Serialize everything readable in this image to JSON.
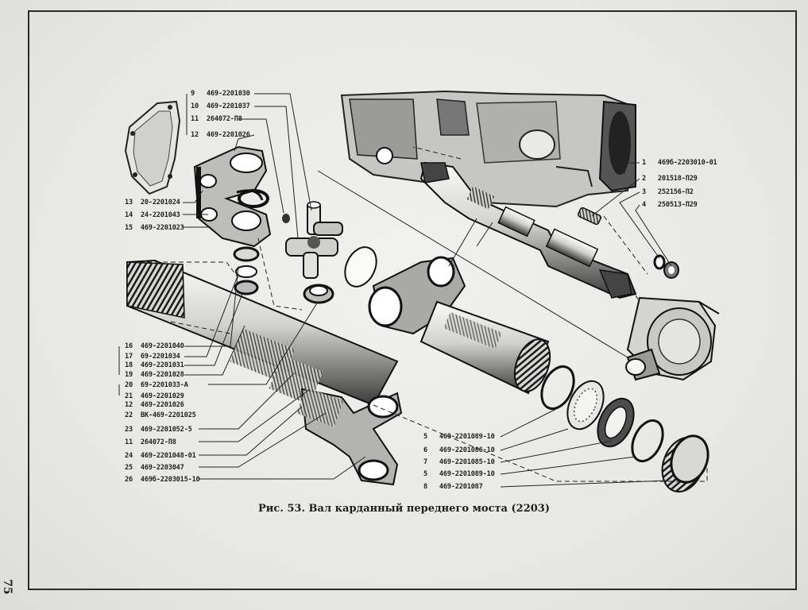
{
  "figure": {
    "caption": "Рис. 53. Вал карданный переднего моста (2203)",
    "page_number": "75"
  },
  "callouts": {
    "top_left": [
      {
        "num": "9",
        "part": "469-2201030"
      },
      {
        "num": "10",
        "part": "469-2201037"
      },
      {
        "num": "11",
        "part": "264072-П8"
      },
      {
        "num": "12",
        "part": "469-2201026"
      },
      {
        "num": "13",
        "part": "20-2201024"
      },
      {
        "num": "14",
        "part": "24-2201043"
      },
      {
        "num": "15",
        "part": "469-2201023"
      }
    ],
    "mid_left": [
      {
        "num": "16",
        "part": "469-2201040"
      },
      {
        "num": "17",
        "part": "69-2201034"
      },
      {
        "num": "18",
        "part": "469-2201031"
      },
      {
        "num": "19",
        "part": "469-2201028"
      },
      {
        "num": "20",
        "part": "69-2201033-А"
      },
      {
        "num": "21",
        "part": "469-2201029"
      },
      {
        "num": "12",
        "part": "469-2201026"
      },
      {
        "num": "22",
        "part": "ВК-469-2201025"
      },
      {
        "num": "23",
        "part": "469-2201052-5"
      },
      {
        "num": "11",
        "part": "264072-П8"
      },
      {
        "num": "24",
        "part": "469-2201048-01"
      },
      {
        "num": "25",
        "part": "469-2203047"
      },
      {
        "num": "26",
        "part": "469б-2203015-10"
      }
    ],
    "right": [
      {
        "num": "1",
        "part": "469б-2203010-01"
      },
      {
        "num": "2",
        "part": "201518-П29"
      },
      {
        "num": "3",
        "part": "252156-П2"
      },
      {
        "num": "4",
        "part": "250513-П29"
      }
    ],
    "bottom": [
      {
        "num": "5",
        "part": "469-2201089-10"
      },
      {
        "num": "6",
        "part": "469-2201086-10"
      },
      {
        "num": "7",
        "part": "469-2201085-10"
      },
      {
        "num": "5",
        "part": "469-2201089-10"
      },
      {
        "num": "8",
        "part": "469-2201087"
      }
    ]
  }
}
